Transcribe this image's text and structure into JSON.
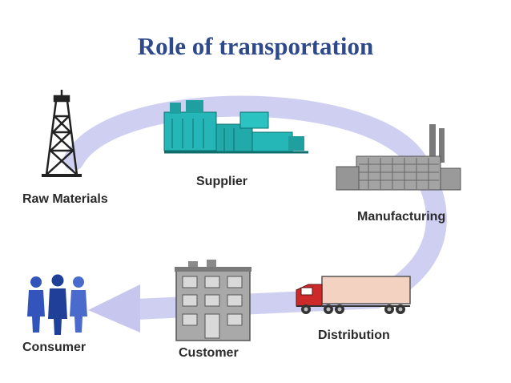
{
  "title": "Role of transportation",
  "stages": {
    "raw_materials": "Raw Materials",
    "supplier": "Supplier",
    "manufacturing": "Manufacturing",
    "distribution": "Distribution",
    "customer": "Customer",
    "consumer": "Consumer"
  },
  "colors": {
    "title": "#2e4a8a",
    "flow_arrow": "#c9c9f0",
    "machinery": "#25b7b7",
    "building": "#8e8e8e",
    "truck_trailer": "#f3d2c2",
    "truck_cab": "#cc2a2a",
    "person": "#3355bb"
  }
}
